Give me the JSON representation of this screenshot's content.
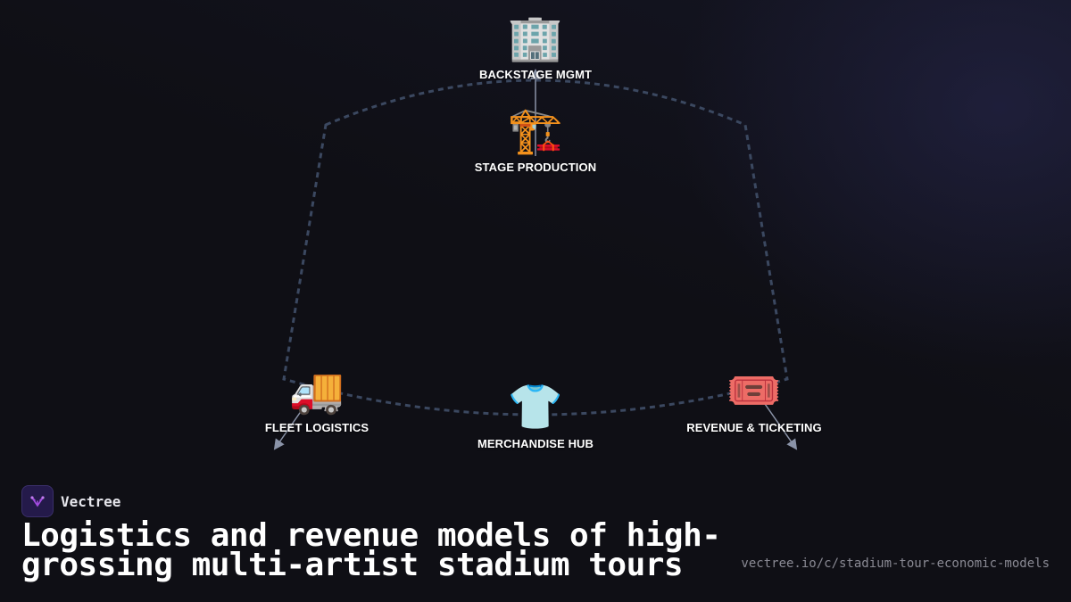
{
  "nodes": {
    "backstage": {
      "icon": "🏢",
      "icon_name": "office-building-icon",
      "label": "BACKSTAGE MGMT"
    },
    "stage": {
      "icon": "🏗️",
      "icon_name": "construction-crane-icon",
      "label": "STAGE PRODUCTION"
    },
    "fleet": {
      "icon": "🚚",
      "icon_name": "delivery-truck-icon",
      "label": "FLEET LOGISTICS"
    },
    "merch": {
      "icon": "👕",
      "icon_name": "t-shirt-icon",
      "label": "MERCHANDISE HUB"
    },
    "revenue": {
      "icon": "🎟️",
      "icon_name": "admission-ticket-icon",
      "label": "REVENUE & TICKETING"
    }
  },
  "colors": {
    "background": "#0f0f15",
    "dashed_outline": "#3b4860",
    "arrow": "#8a93a8",
    "label": "#ffffff",
    "url": "#8a8a94",
    "brand_logo_bg": "#241a4a",
    "brand_logo_mark": "#a24be0"
  },
  "brand": {
    "name": "Vectree",
    "logo_icon": "vectree-logo-icon"
  },
  "title": "Logistics and revenue models of high-grossing multi-artist stadium tours",
  "url": "vectree.io/c/stadium-tour-economic-models"
}
